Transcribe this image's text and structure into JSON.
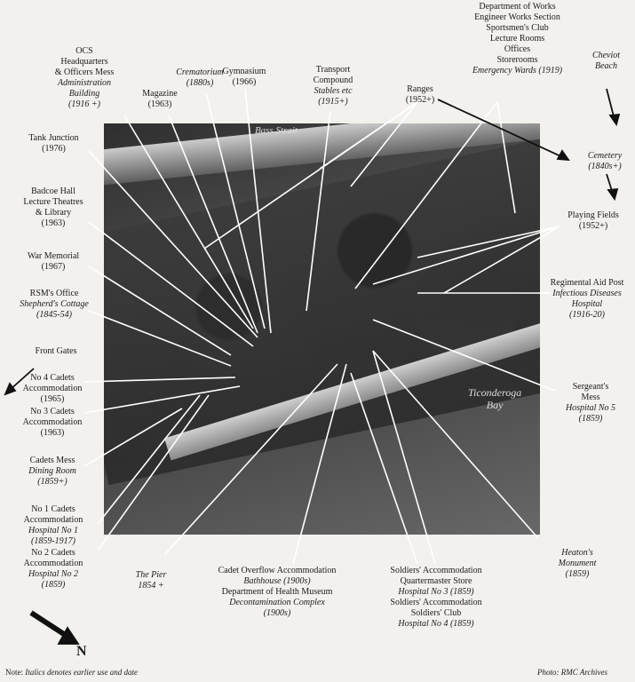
{
  "labels": [
    {
      "id": "ocs-hq",
      "lines": [
        {
          "text": "OCS"
        },
        {
          "text": "Headquarters"
        },
        {
          "text": "& Officers Mess"
        },
        {
          "text": "Administration",
          "italic": true
        },
        {
          "text": "Building",
          "italic": true
        },
        {
          "text": "(1916 +)",
          "italic": true
        }
      ]
    },
    {
      "id": "magazine",
      "lines": [
        {
          "text": "Magazine"
        },
        {
          "text": "(1963)"
        }
      ]
    },
    {
      "id": "crematorium",
      "lines": [
        {
          "text": "Crematorium",
          "italic": true
        },
        {
          "text": "(1880s)",
          "italic": true
        }
      ]
    },
    {
      "id": "gymnasium",
      "lines": [
        {
          "text": "Gymnasium"
        },
        {
          "text": "(1966)"
        }
      ]
    },
    {
      "id": "transport",
      "lines": [
        {
          "text": "Transport"
        },
        {
          "text": "Compound"
        },
        {
          "text": "Stables etc",
          "italic": true
        },
        {
          "text": "(1915+)",
          "italic": true
        }
      ]
    },
    {
      "id": "ranges",
      "lines": [
        {
          "text": "Ranges"
        },
        {
          "text": "(1952+)"
        }
      ]
    },
    {
      "id": "works",
      "lines": [
        {
          "text": "Department of Works"
        },
        {
          "text": "Engineer Works Section"
        },
        {
          "text": "Sportsmen's Club"
        },
        {
          "text": "Lecture Rooms"
        },
        {
          "text": "Offices"
        },
        {
          "text": "Storerooms"
        },
        {
          "text": "Emergency Wards (1919)",
          "italic": true
        }
      ]
    },
    {
      "id": "cheviot",
      "lines": [
        {
          "text": "Cheviot",
          "italic": true
        },
        {
          "text": "Beach",
          "italic": true
        }
      ]
    },
    {
      "id": "tank",
      "lines": [
        {
          "text": "Tank Junction"
        },
        {
          "text": "(1976)"
        }
      ]
    },
    {
      "id": "cemetery",
      "lines": [
        {
          "text": "Cemetery",
          "italic": true
        },
        {
          "text": "(1840s+)",
          "italic": true
        }
      ]
    },
    {
      "id": "badcoe",
      "lines": [
        {
          "text": "Badcoe Hall"
        },
        {
          "text": "Lecture Theatres"
        },
        {
          "text": "& Library"
        },
        {
          "text": "(1963)"
        }
      ]
    },
    {
      "id": "playing",
      "lines": [
        {
          "text": "Playing Fields"
        },
        {
          "text": "(1952+)"
        }
      ]
    },
    {
      "id": "war",
      "lines": [
        {
          "text": "War Memorial"
        },
        {
          "text": "(1967)"
        }
      ]
    },
    {
      "id": "rap",
      "lines": [
        {
          "text": "Regimental Aid Post"
        },
        {
          "text": "Infectious Diseases",
          "italic": true
        },
        {
          "text": "Hospital",
          "italic": true
        },
        {
          "text": "(1916-20)",
          "italic": true
        }
      ]
    },
    {
      "id": "rsm",
      "lines": [
        {
          "text": "RSM's Office"
        },
        {
          "text": "Shepherd's Cottage",
          "italic": true
        },
        {
          "text": "(1845-54)",
          "italic": true
        }
      ]
    },
    {
      "id": "gates",
      "lines": [
        {
          "text": "Front Gates"
        }
      ]
    },
    {
      "id": "no4",
      "lines": [
        {
          "text": "No 4 Cadets"
        },
        {
          "text": "Accommodation"
        },
        {
          "text": "(1965)"
        }
      ]
    },
    {
      "id": "sergeant",
      "lines": [
        {
          "text": "Sergeant's"
        },
        {
          "text": "Mess"
        },
        {
          "text": "Hospital No 5",
          "italic": true
        },
        {
          "text": "(1859)",
          "italic": true
        }
      ]
    },
    {
      "id": "no3",
      "lines": [
        {
          "text": "No 3 Cadets"
        },
        {
          "text": "Accommodation"
        },
        {
          "text": "(1963)"
        }
      ]
    },
    {
      "id": "mess",
      "lines": [
        {
          "text": "Cadets Mess"
        },
        {
          "text": "Dining Room",
          "italic": true
        },
        {
          "text": "(1859+)",
          "italic": true
        }
      ]
    },
    {
      "id": "no1",
      "lines": [
        {
          "text": "No 1 Cadets"
        },
        {
          "text": "Accommodation"
        },
        {
          "text": "Hospital No 1",
          "italic": true
        },
        {
          "text": "(1859-1917)",
          "italic": true
        }
      ]
    },
    {
      "id": "no2",
      "lines": [
        {
          "text": "No 2 Cadets"
        },
        {
          "text": "Accommodation"
        },
        {
          "text": "Hospital No 2",
          "italic": true
        },
        {
          "text": "(1859)",
          "italic": true
        }
      ]
    },
    {
      "id": "heaton",
      "lines": [
        {
          "text": "Heaton's",
          "italic": true
        },
        {
          "text": "Monument",
          "italic": true
        },
        {
          "text": "(1859)",
          "italic": true
        }
      ]
    },
    {
      "id": "pier",
      "lines": [
        {
          "text": "The Pier",
          "italic": true
        },
        {
          "text": "1854 +",
          "italic": true
        }
      ]
    },
    {
      "id": "overflow",
      "lines": [
        {
          "text": "Cadet Overflow Accommodation"
        },
        {
          "text": "Bathhouse (1900s)",
          "italic": true
        },
        {
          "text": " "
        },
        {
          "text": "Department of Health Museum"
        },
        {
          "text": "Decontamination Complex",
          "italic": true
        },
        {
          "text": "(1900s)",
          "italic": true
        }
      ]
    },
    {
      "id": "soldiers",
      "lines": [
        {
          "text": "Soldiers' Accommodation"
        },
        {
          "text": "Quartermaster Store"
        },
        {
          "text": "Hospital No 3 (1859)",
          "italic": true
        },
        {
          "text": "Soldiers' Accommodation"
        },
        {
          "text": "Soldiers' Club"
        },
        {
          "text": "Hospital No 4 (1859)",
          "italic": true
        }
      ]
    }
  ],
  "photo_labels": {
    "bass_strait": "Bass Strait",
    "bay_line1": "Ticonderoga",
    "bay_line2": "Bay"
  },
  "compass": {
    "letter": "N"
  },
  "footer": {
    "note_prefix": "Note: ",
    "note_text": "Italics denotes earlier use and date",
    "credit": "Photo: RMC Archives"
  }
}
